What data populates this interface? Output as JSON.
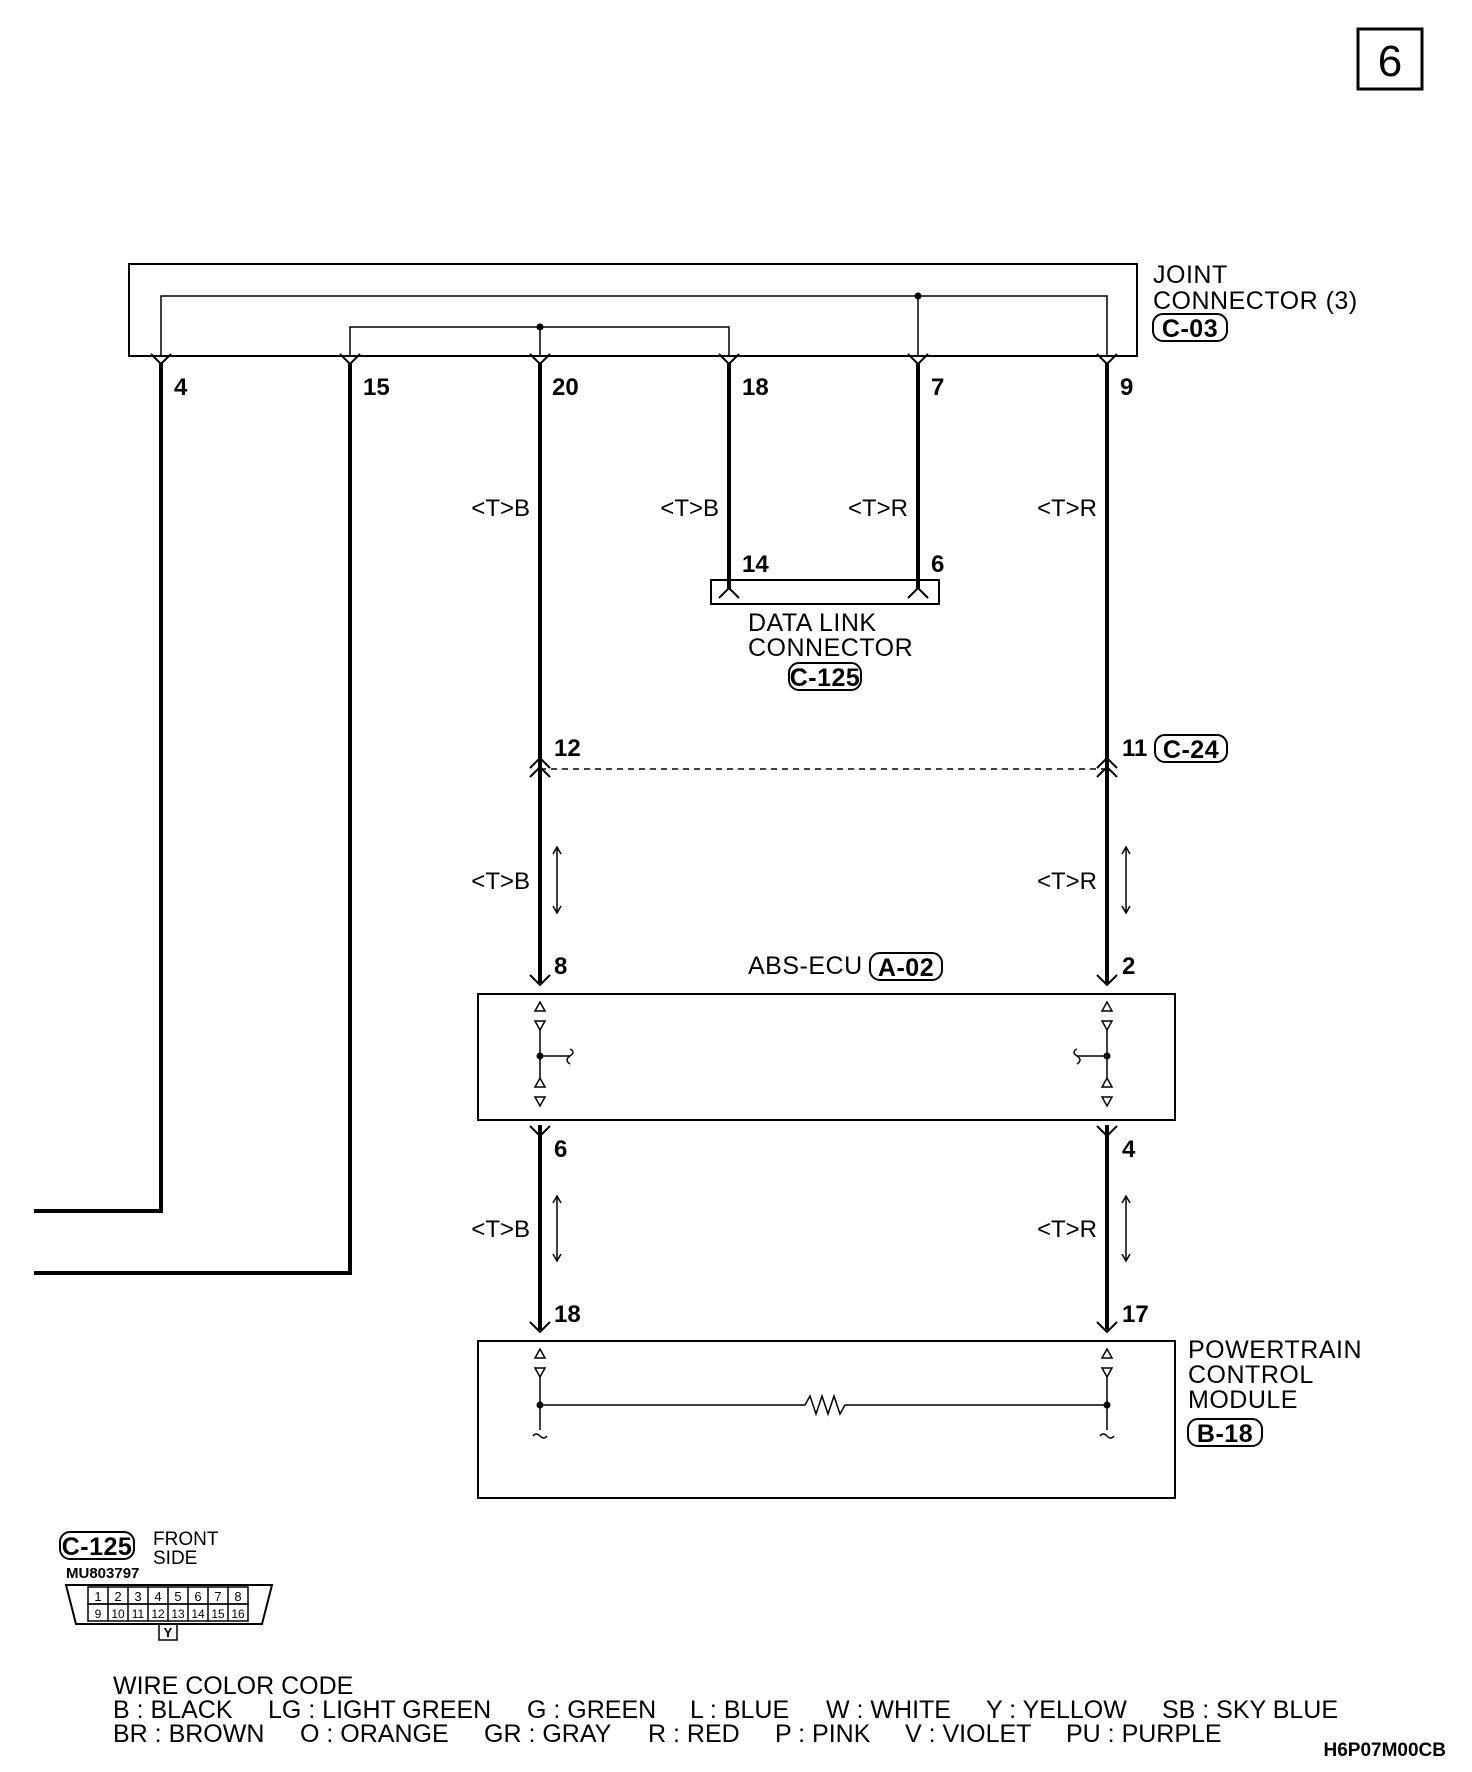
{
  "page_number": "6",
  "diagram_code": "H6P07M00CB",
  "joint_connector": {
    "label_line1": "JOINT",
    "label_line2": "CONNECTOR (3)",
    "connector_id": "C-03",
    "pins": [
      "4",
      "15",
      "20",
      "18",
      "7",
      "9"
    ]
  },
  "wires": {
    "w20_color": "<T>B",
    "w18_color": "<T>B",
    "w7_color": "<T>R",
    "w9_color": "<T>R",
    "abs_left_upper_color": "<T>B",
    "abs_right_upper_color": "<T>R",
    "abs_left_lower_color": "<T>B",
    "abs_right_lower_color": "<T>R"
  },
  "data_link_connector": {
    "label_line1": "DATA LINK",
    "label_line2": "CONNECTOR",
    "connector_id": "C-125",
    "pins": [
      "14",
      "6"
    ]
  },
  "intermediate_connector": {
    "connector_id": "C-24",
    "pins": [
      "12",
      "11"
    ]
  },
  "abs_ecu": {
    "label": "ABS-ECU",
    "connector_id": "A-02",
    "pins_top": [
      "8",
      "2"
    ],
    "pins_bottom": [
      "6",
      "4"
    ]
  },
  "pcm": {
    "label_line1": "POWERTRAIN",
    "label_line2": "CONTROL",
    "label_line3": "MODULE",
    "connector_id": "B-18",
    "pins": [
      "18",
      "17"
    ]
  },
  "connector_view": {
    "connector_id": "C-125",
    "side_line1": "FRONT",
    "side_line2": "SIDE",
    "part_number": "MU803797",
    "row1": [
      "1",
      "2",
      "3",
      "4",
      "5",
      "6",
      "7",
      "8"
    ],
    "row2": [
      "9",
      "10",
      "11",
      "12",
      "13",
      "14",
      "15",
      "16"
    ],
    "color_mark": "Y"
  },
  "wire_color_code": {
    "title": "WIRE COLOR CODE",
    "row1": [
      "B : BLACK",
      "LG : LIGHT GREEN",
      "G : GREEN",
      "L : BLUE",
      "W : WHITE",
      "Y : YELLOW",
      "SB : SKY BLUE"
    ],
    "row2": [
      "BR : BROWN",
      "O : ORANGE",
      "GR : GRAY",
      "R : RED",
      "P : PINK",
      "V : VIOLET",
      "PU : PURPLE"
    ]
  }
}
